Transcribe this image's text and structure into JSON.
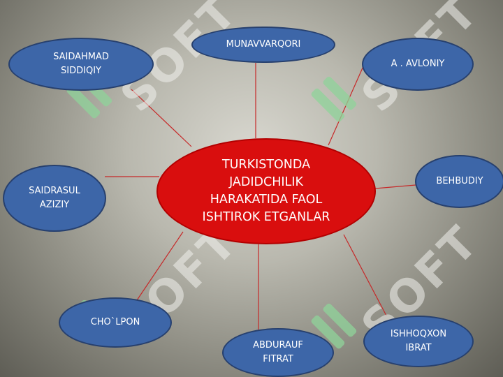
{
  "diagram": {
    "center": {
      "label": "TURKISTONDA\nJADIDCHILIK\nHARAKATIDA  FAOL\nISHTIROK  ETGANLAR"
    },
    "nodes": [
      {
        "id": "munavvarqori",
        "label": "MUNAVVARQORI"
      },
      {
        "id": "saidahmad-siddiqiy",
        "label": "SAIDAHMAD\nSIDDIQIY"
      },
      {
        "id": "avloniy",
        "label": "A . AVLONIY"
      },
      {
        "id": "saidrasul-aziziy",
        "label": "SAIDRASUL\nAZIZIY"
      },
      {
        "id": "behbudiy",
        "label": "BEHBUDIY"
      },
      {
        "id": "cholpon",
        "label": "CHO`LPON"
      },
      {
        "id": "abdurauf-fitrat",
        "label": "ABDURAUF\nFITRAT"
      },
      {
        "id": "ishhoqxon-ibrat",
        "label": "ISHHOQXON\nIBRAT"
      }
    ]
  },
  "watermark": {
    "text": "SOFT"
  },
  "colors": {
    "center_fill": "#d90e0e",
    "node_fill": "#3d66a8",
    "node_border": "#27406e",
    "connector": "#c62828",
    "watermark_green": "#8fd39a"
  }
}
